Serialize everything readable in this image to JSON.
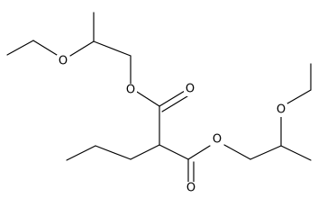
{
  "structure": {
    "atom_labels": {
      "o_ether_top": "O",
      "o_ester_left": "O",
      "o_carbonyl_top": "O",
      "o_ester_right": "O",
      "o_carbonyl_bottom": "O",
      "o_ether_bottom": "O"
    },
    "colors": {
      "bond": "#000000",
      "text": "#000000",
      "background": "#ffffff"
    }
  }
}
